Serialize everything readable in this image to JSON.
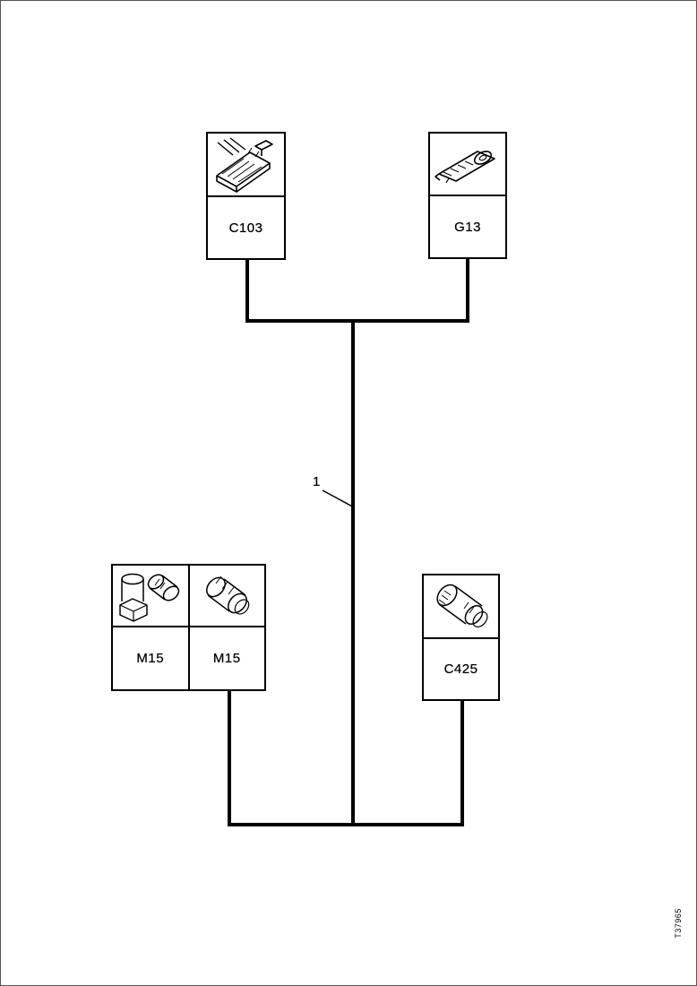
{
  "colors": {
    "ink": "#000000",
    "paper": "#ffffff"
  },
  "diagram": {
    "doc_number": "T37965",
    "callout": {
      "label": "1"
    },
    "components": [
      {
        "label": "C103",
        "icon": "harness-connector-assembly-icon"
      },
      {
        "label": "G13",
        "icon": "ground-terminal-icon"
      },
      {
        "label": "M15",
        "icon": "motor-connector-end-view-icon"
      },
      {
        "label": "M15",
        "icon": "motor-connector-side-view-icon"
      },
      {
        "label": "C425",
        "icon": "cylindrical-connector-icon"
      }
    ]
  }
}
